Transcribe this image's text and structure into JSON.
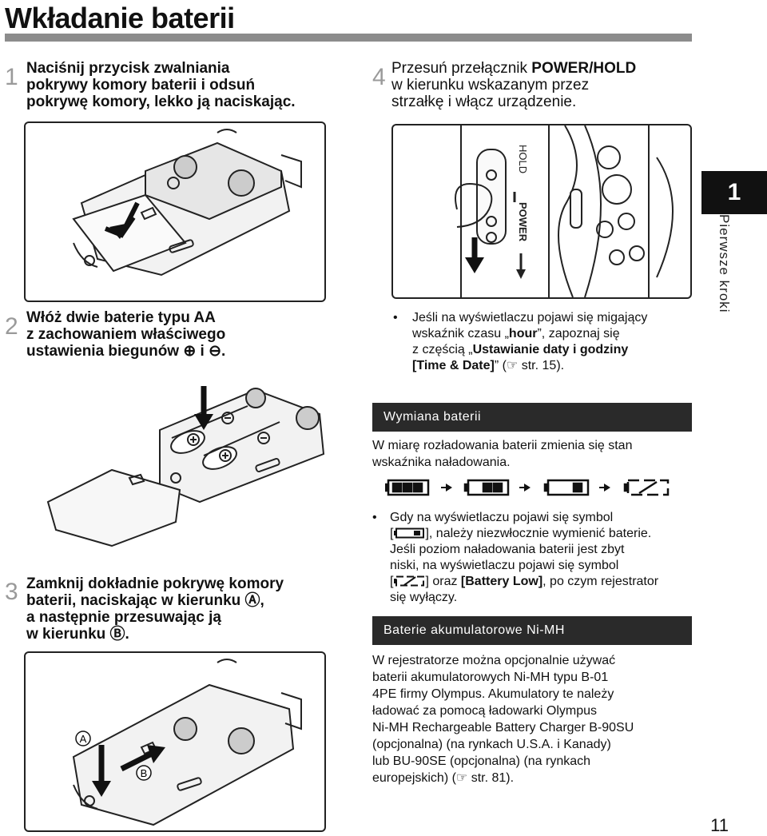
{
  "page": {
    "title": "Wkładanie baterii",
    "chapter_number": "1",
    "chapter_label": "Pierwsze kroki",
    "page_number": "11"
  },
  "steps": [
    {
      "num": "1",
      "lines": [
        "Naciśnij przycisk zwalniania",
        "pokrywy komory baterii i odsuń",
        "pokrywę komory, lekko ją naciskając."
      ]
    },
    {
      "num": "2",
      "lines": [
        "Włóż dwie baterie typu AA",
        "z zachowaniem właściwego",
        "ustawienia biegunów ⊕ i ⊖."
      ]
    },
    {
      "num": "3",
      "lines": [
        "Zamknij dokładnie pokrywę komory",
        "baterii, naciskając w kierunku Ⓐ,",
        "a następnie przesuwając ją",
        "w kierunku Ⓑ."
      ]
    },
    {
      "num": "4",
      "line1_pre": "Przesuń przełącznik ",
      "line1_bold": "POWER/HOLD",
      "lines": [
        "w kierunku wskazanym przez",
        "strzałkę i włącz urządzenie."
      ]
    }
  ],
  "figure_labels": {
    "hold": "HOLD",
    "power": "POWER",
    "a": "A",
    "b": "B"
  },
  "note4": {
    "l1": "Jeśli na wyświetlaczu pojawi się migający",
    "l2_pre": "wskaźnik czasu „",
    "l2_bold": "hour",
    "l2_post": "”, zapoznaj się",
    "l3_pre": "z częścią „",
    "l3_bold": "Ustawianie daty i godziny",
    "l4_bold": "[Time & Date]",
    "l4_post": "” (☞ str. 15)."
  },
  "replace": {
    "heading": "Wymiana baterii",
    "intro_1": "W miarę rozładowania baterii zmienia się stan",
    "intro_2": "wskaźnika naładowania.",
    "b1": "Gdy na wyświetlaczu pojawi się symbol",
    "b2_post": "], należy niezwłocznie wymienić baterie.",
    "b3": "Jeśli poziom naładowania baterii jest zbyt",
    "b4": "niski, na wyświetlaczu pojawi się symbol",
    "b5_mid": "] oraz ",
    "b5_bold": "[Battery Low]",
    "b5_post": ", po czym rejestrator",
    "b6": "się wyłączy."
  },
  "nimh": {
    "heading": "Baterie akumulatorowe Ni-MH",
    "lines": [
      "W rejestratorze można opcjonalnie używać",
      "baterii akumulatorowych Ni-MH typu B-01",
      "4PE firmy Olympus. Akumulatory te należy",
      "ładować za pomocą ładowarki Olympus",
      "Ni-MH Rechargeable Battery Charger B-90SU",
      "(opcjonalna) (na rynkach U.S.A. i Kanady)",
      "lub BU-90SE (opcjonalna) (na rynkach",
      "europejskich) (☞ str. 81)."
    ]
  },
  "colors": {
    "ink": "#111111",
    "bar": "#8c8c8c",
    "heading_bg": "#2a2a2a"
  }
}
